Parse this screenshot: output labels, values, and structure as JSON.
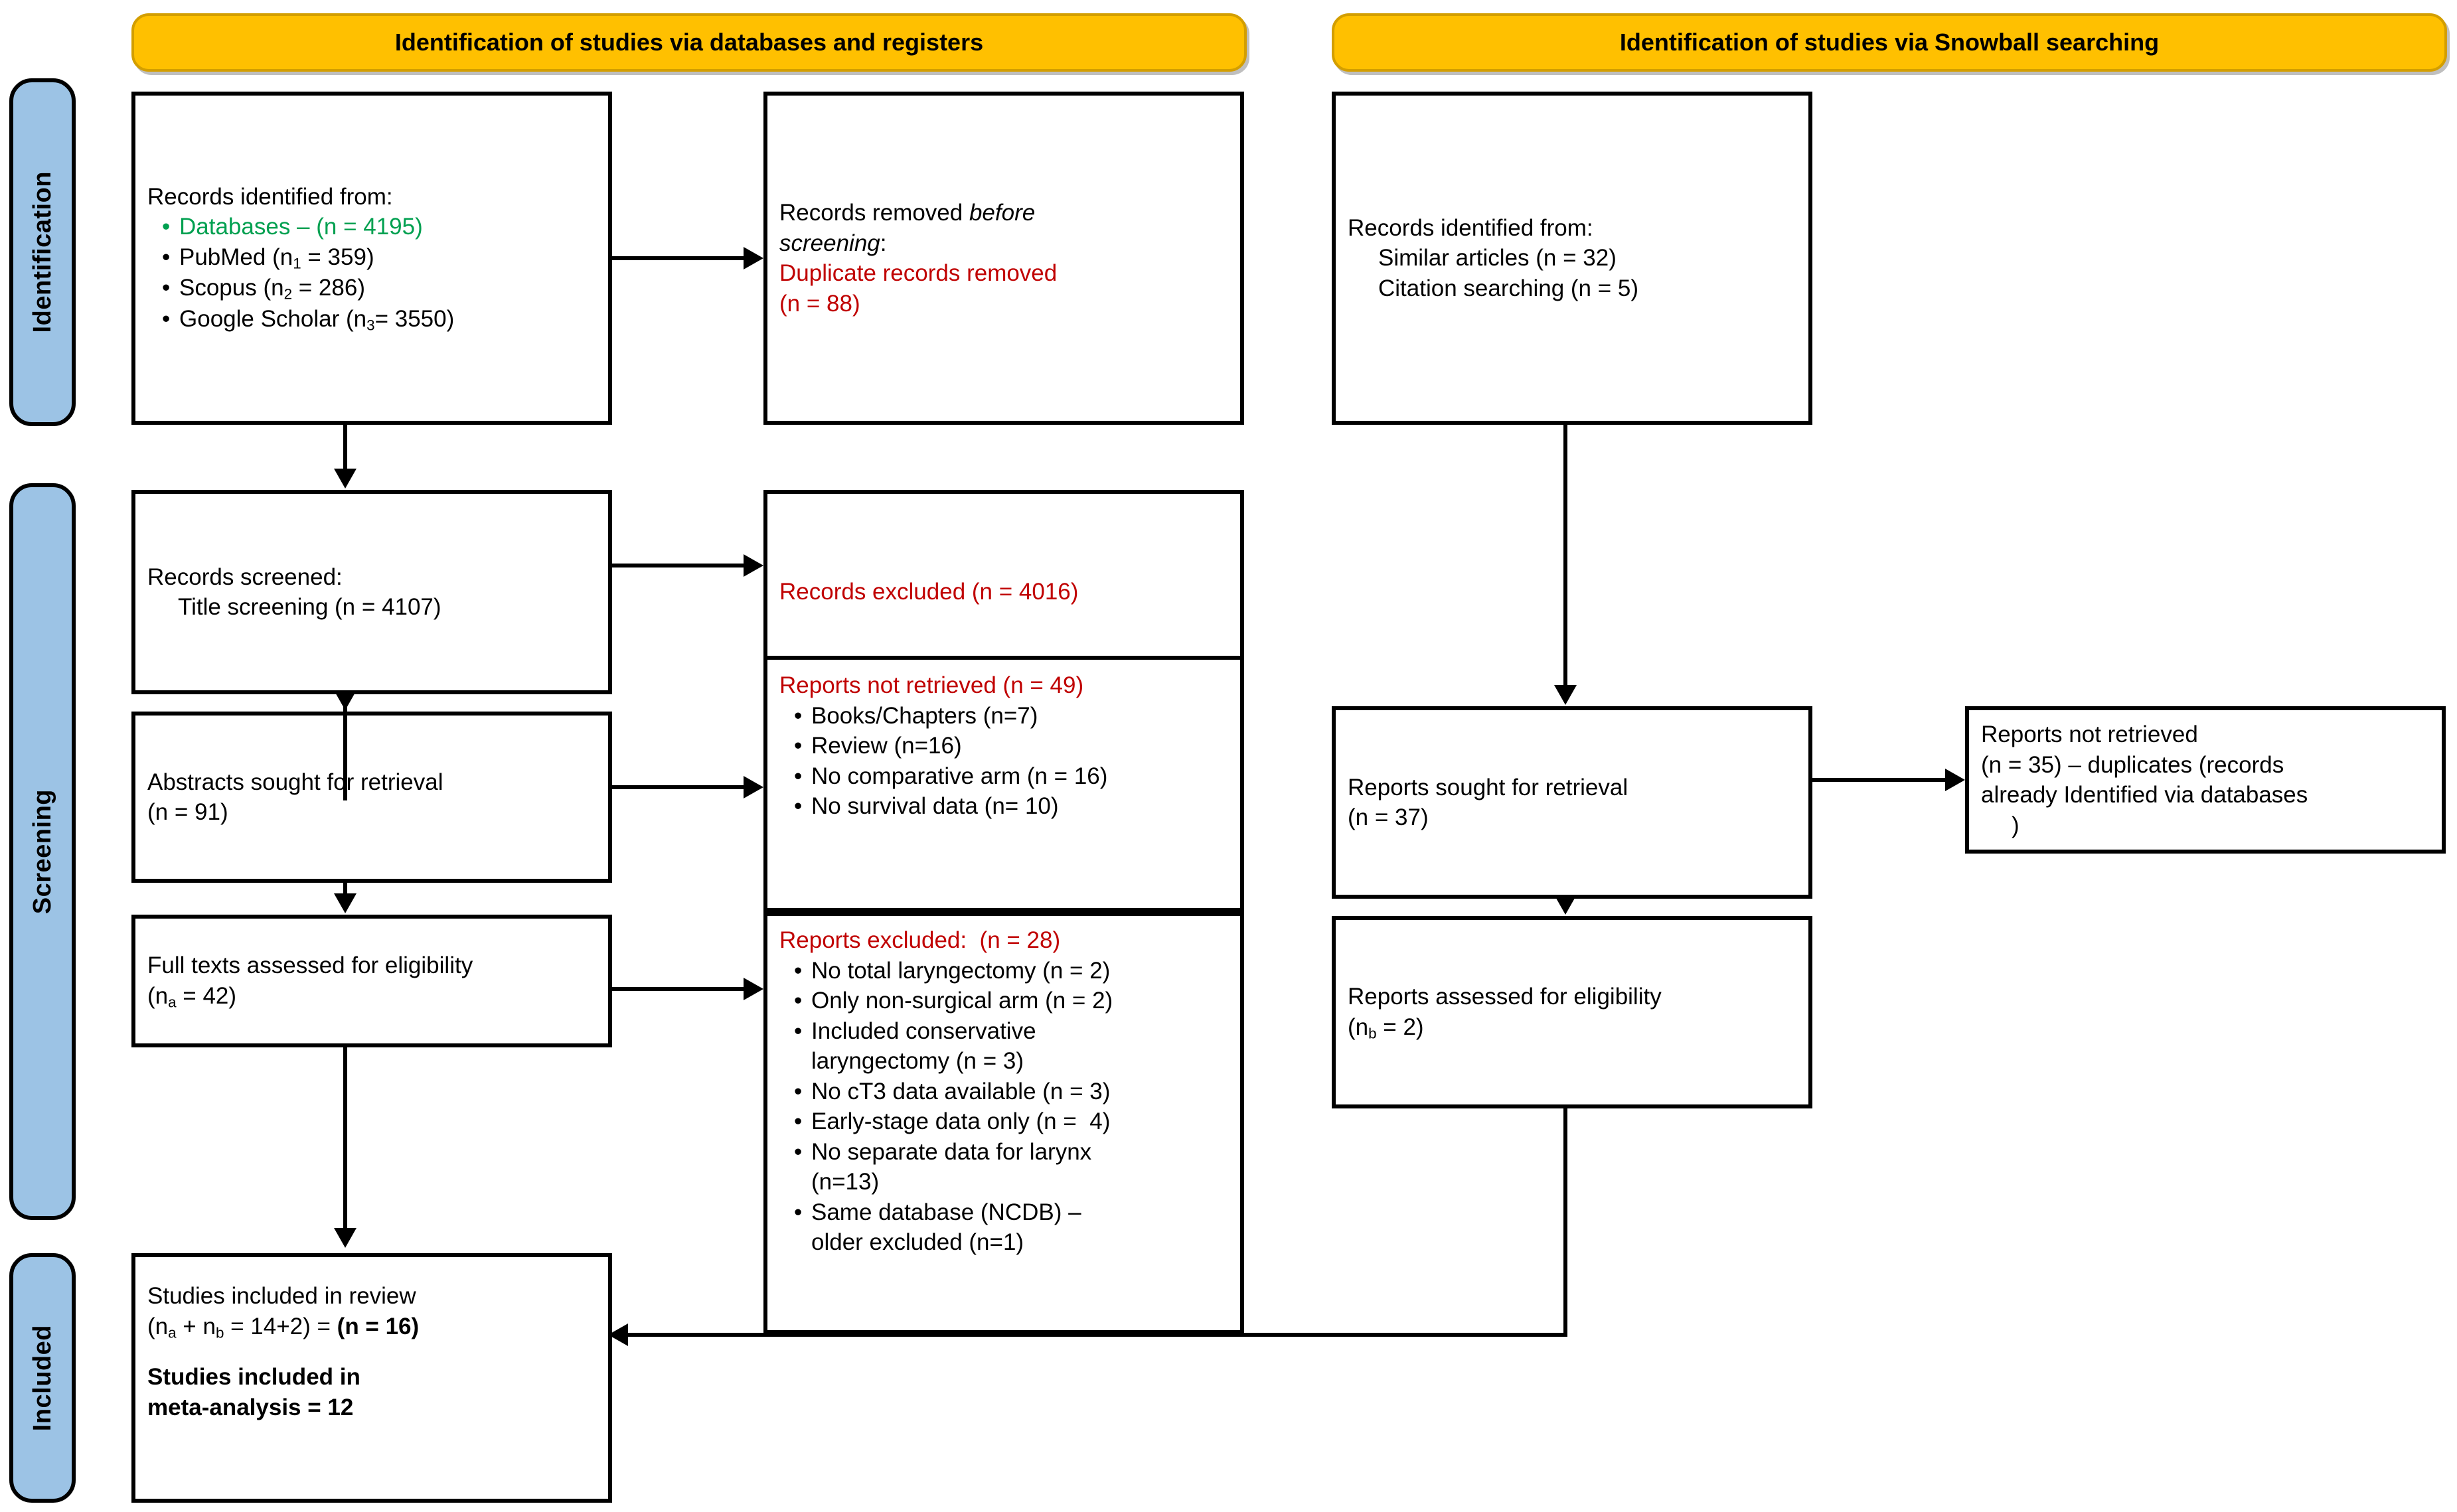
{
  "colors": {
    "phase_fill": "#9CC3E5",
    "banner_fill": "#FFC000",
    "banner_border": "#D39E00",
    "excluded_red": "#C00000",
    "databases_green": "#00A050",
    "box_border": "#000000",
    "page_background": "#FFFFFF"
  },
  "phases": [
    {
      "label": "Identification"
    },
    {
      "label": "Screening"
    },
    {
      "label": "Included"
    }
  ],
  "banners": [
    {
      "label": "Identification of studies via databases and registers"
    },
    {
      "label": "Identification of studies via Snowball searching"
    }
  ],
  "boxes": {
    "records_identified": {
      "heading": "Records identified from:",
      "items": [
        {
          "text": "Databases – (n = 4195)",
          "color": "green"
        },
        {
          "text_pre": "PubMed (n",
          "sub": "1",
          "text_post": " = 359)",
          "color": "black"
        },
        {
          "text_pre": "Scopus (n",
          "sub": "2",
          "text_post": " = 286)",
          "color": "black"
        },
        {
          "text_pre": "Google Scholar (n",
          "sub": "3",
          "text_post": "= 3550)",
          "color": "black"
        }
      ]
    },
    "records_removed": {
      "line1": "Records removed ",
      "line1_italic": "before",
      "line2_italic": "screening",
      "line2_tail": ":",
      "line3": "Duplicate records removed",
      "line4": "(n = 88)"
    },
    "snowball_identified": {
      "heading": "Records identified from:",
      "line2": "Similar articles (n = 32)",
      "line3": "Citation searching (n = 5)"
    },
    "records_screened": {
      "line1": "Records screened:",
      "line2": "Title screening (n = 4107)"
    },
    "records_excluded": {
      "line1": "Records excluded (n = 4016)"
    },
    "abstracts_sought": {
      "line1": "Abstracts sought for retrieval",
      "line2": "(n = 91)"
    },
    "reports_not_retrieved_db": {
      "heading": "Reports not retrieved (n = 49)",
      "items": [
        "Books/Chapters (n=7)",
        "Review (n=16)",
        "No comparative arm (n = 16)",
        "No survival data (n= 10)"
      ]
    },
    "full_texts_assessed": {
      "line1": "Full texts assessed for eligibility",
      "line2_pre": "(n",
      "line2_sub": "a",
      "line2_post": " = 42)"
    },
    "reports_excluded": {
      "heading": "Reports excluded:  (n = 28)",
      "items": [
        "No total laryngectomy (n = 2)",
        "Only non-surgical arm (n = 2)",
        "Included conservative\nlaryngectomy (n = 3)",
        "No cT3 data available (n = 3)",
        "Early-stage data only (n =  4)",
        "No separate data for larynx\n(n=13)",
        "Same database (NCDB) –\nolder excluded (n=1)"
      ]
    },
    "reports_sought": {
      "line1": "Reports sought for retrieval",
      "line2": "(n = 37)"
    },
    "reports_not_retrieved_sb": {
      "line1": "Reports not retrieved",
      "line2": "(n = 35) – duplicates (records",
      "line3": "already Identified via databases",
      "line4": ")"
    },
    "reports_assessed": {
      "line1": "Reports assessed for eligibility",
      "line2_pre": "(n",
      "line2_sub": "b",
      "line2_post": " = 2)"
    },
    "studies_included": {
      "line1": "Studies included in review",
      "line2_a": "(n",
      "line2_sub_a": "a",
      "line2_b": " + n",
      "line2_sub_b": "b",
      "line2_c": " = 14+2) = ",
      "line2_bold": "(n = 16)",
      "line3_bold": "Studies included in",
      "line4_bold": "meta-analysis = 12"
    }
  }
}
